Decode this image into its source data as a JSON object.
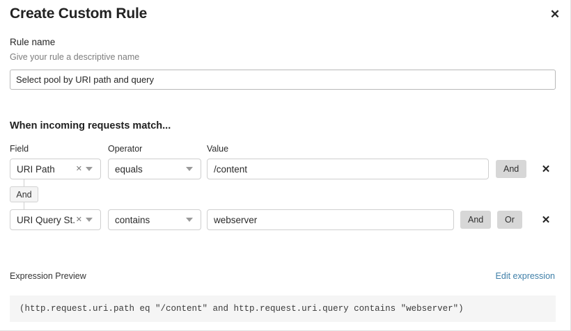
{
  "modal": {
    "title": "Create Custom Rule",
    "close_icon": "close-icon"
  },
  "rule_name": {
    "label": "Rule name",
    "hint": "Give your rule a descriptive name",
    "value": "Select pool by URI path and query",
    "placeholder": "Select pool by URI path and query"
  },
  "conditions": {
    "heading": "When incoming requests match...",
    "columns": {
      "field": "Field",
      "operator": "Operator",
      "value": "Value"
    },
    "connector": {
      "label": "And"
    },
    "rows": [
      {
        "field": "URI Path",
        "clear_icon": "clear-icon",
        "caret_icon": "chevron-down-icon",
        "operator": "equals",
        "value": "/content",
        "buttons": [
          "And"
        ],
        "delete_icon": "close-icon"
      },
      {
        "field": "URI Query St...",
        "clear_icon": "clear-icon",
        "caret_icon": "chevron-down-icon",
        "operator": "contains",
        "value": "webserver",
        "buttons": [
          "And",
          "Or"
        ],
        "delete_icon": "close-icon"
      }
    ]
  },
  "expression": {
    "label": "Expression Preview",
    "edit_link": "Edit expression",
    "code": "(http.request.uri.path eq \"/content\" and http.request.uri.query contains \"webserver\")"
  },
  "colors": {
    "link": "#3f7fa8",
    "button_gray": "#d7d7d7",
    "code_bg": "#f5f5f5",
    "border": "#cfcfcf"
  }
}
